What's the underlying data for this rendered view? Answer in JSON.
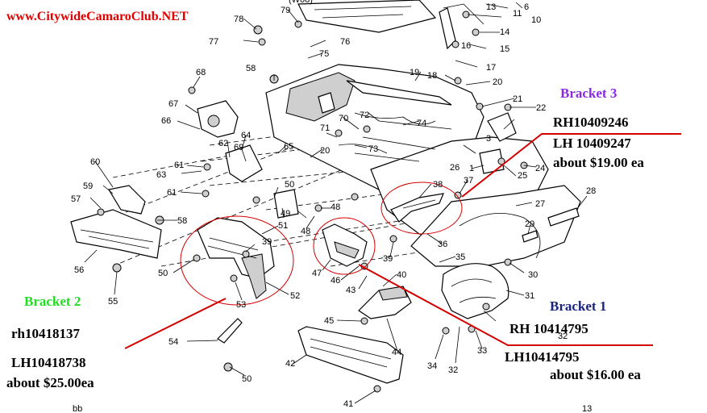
{
  "site_label": "www.CitywideCamaroClub.NET",
  "bracket3": {
    "title": "Bracket 3",
    "rh": "RH10409246",
    "lh": "LH 10409247",
    "price": "about $19.00 ea"
  },
  "bracket2": {
    "title": "Bracket 2",
    "rh": "rh10418137",
    "lh": "LH10418738",
    "price": "about $25.00ea"
  },
  "bracket1": {
    "title": "Bracket 1",
    "rh": "RH 10414795",
    "lh": "LH10414795",
    "price": "about $16.00 ea"
  },
  "callouts": [
    "1",
    "3",
    "6",
    "10",
    "11",
    "13",
    "14",
    "15",
    "16",
    "17",
    "18",
    "19",
    "20",
    "21",
    "22",
    "24",
    "25",
    "26",
    "27",
    "28",
    "29",
    "30",
    "31",
    "32",
    "32",
    "33",
    "34",
    "35",
    "36",
    "37",
    "38",
    "39",
    "39",
    "40",
    "41",
    "42",
    "43",
    "44",
    "45",
    "46",
    "47",
    "48",
    "48",
    "49",
    "50",
    "50",
    "50",
    "51",
    "52",
    "53",
    "54",
    "55",
    "56",
    "57",
    "58",
    "58",
    "59",
    "60",
    "61",
    "61",
    "62",
    "63",
    "64",
    "65",
    "66",
    "67",
    "68",
    "69",
    "70",
    "71",
    "72",
    "73",
    "74",
    "75",
    "76",
    "77",
    "78",
    "79",
    "(W08)"
  ],
  "corner_marks": [
    "bb",
    "13"
  ]
}
